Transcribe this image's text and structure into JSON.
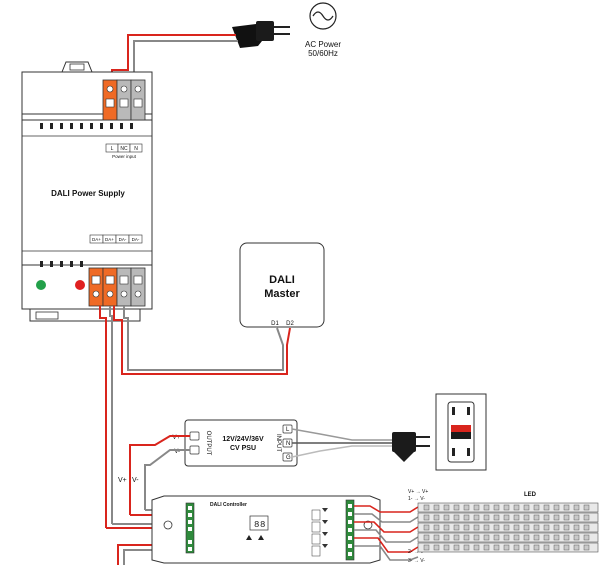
{
  "ac_power": {
    "line1": "AC Power",
    "line2": "50/60Hz"
  },
  "power_supply": {
    "title": "DALI Power Supply",
    "input_terminals": [
      "L",
      "NC",
      "N"
    ],
    "input_caption": "Power input",
    "output_terminals": [
      "DA+",
      "DA+",
      "DA-",
      "DA-"
    ]
  },
  "dali_master": {
    "line1": "DALI",
    "line2": "Master",
    "d1": "D1",
    "d2": "D2"
  },
  "psu": {
    "line1": "12V/24V/36V",
    "line2": "CV PSU",
    "vplus": "V+",
    "vminus": "V-",
    "output": "OUTPUT",
    "input": "INPUT",
    "l": "L",
    "n": "N",
    "g": "G"
  },
  "supply_labels": {
    "vplus": "V+",
    "vminus": "V-"
  },
  "controller": {
    "title": "DALI Controller"
  },
  "led": {
    "label": "LED",
    "channel_rows": [
      "V+ → V+",
      "1- → V-",
      "2- → V-",
      "3- → V-"
    ]
  },
  "colors": {
    "red_wire": "#d9251d",
    "orange_terminal": "#ef6a25",
    "green_led": "#23a04a",
    "red_led": "#e02020",
    "gray_wire": "#9a9a9a"
  }
}
